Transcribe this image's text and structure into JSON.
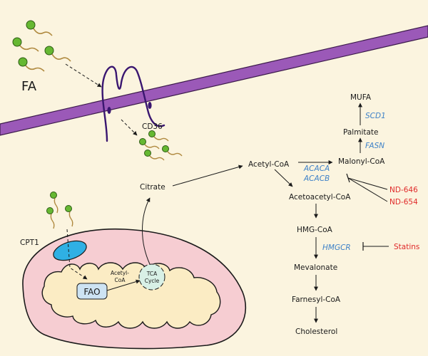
{
  "labels": {
    "fa": "FA",
    "cd36": "CD36",
    "cpt1": "CPT1",
    "fao": "FAO",
    "acetyl_coa_mito": "Acetyl-CoA",
    "tca_cycle": "TCA Cycle",
    "citrate": "Citrate",
    "acetyl_coa": "Acetyl-CoA",
    "malonyl_coa": "Malonyl-CoA",
    "palmitate": "Palmitate",
    "mufa": "MUFA",
    "acetoacetyl_coa": "Acetoacetyl-CoA",
    "hmg_coa": "HMG-CoA",
    "mevalonate": "Mevalonate",
    "farnesyl_coa": "Farnesyl-CoA",
    "cholesterol": "Cholesterol"
  },
  "genes": {
    "acaca": "ACACA",
    "acacb": "ACACB",
    "fasn": "FASN",
    "scd1": "SCD1",
    "hmgcr": "HMGCR"
  },
  "inhibitors": {
    "nd646": "ND-646",
    "nd654": "ND-654",
    "statins": "Statins"
  },
  "colors": {
    "background": "#fbf4df",
    "membrane": "#9b59b8",
    "fatty_acid_head": "#66b832",
    "mitochondrion_outer": "#f6cdd2",
    "mitochondrion_inner": "#fbecc4",
    "cpt1": "#2fb0e4",
    "fao_box": "#cde3f3",
    "gene_text": "#3f82c8",
    "inhibitor_text": "#e02a2a"
  }
}
